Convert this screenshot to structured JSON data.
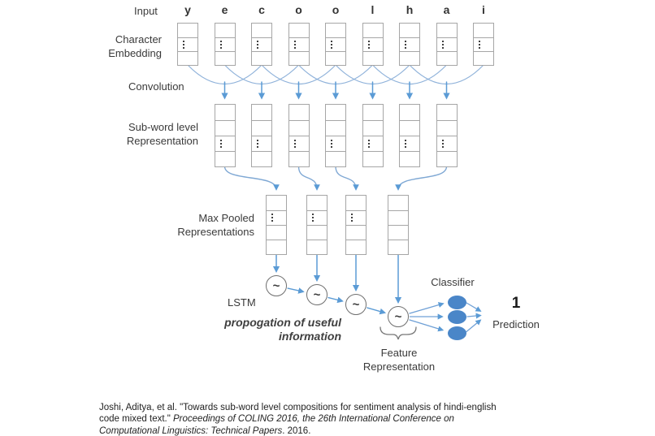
{
  "page": {
    "background": "#ffffff"
  },
  "colors": {
    "arrow_blue": "#5b9bd5",
    "arc_blue": "#8fb2da",
    "curve_blue": "#7fa8d4",
    "fan_blue": "#6fa0d6",
    "node_fill": "#4a86c8",
    "box_border": "#a6a6a6",
    "brace_gray": "#777777",
    "text_dark": "#3a3a3a"
  },
  "diagram": {
    "labels": {
      "input": "Input",
      "character_embedding_line1": "Character",
      "character_embedding_line2": "Embedding",
      "convolution": "Convolution",
      "subword_line1": "Sub-word level",
      "subword_line2": "Representation",
      "maxpool_line1": "Max Pooled",
      "maxpool_line2": "Representations",
      "lstm": "LSTM",
      "propagation_line1": "propogation of useful",
      "propagation_line2": "information",
      "classifier": "Classifier",
      "feature_line1": "Feature",
      "feature_line2": "Representation",
      "prediction_value": "1",
      "prediction": "Prediction"
    },
    "input_chars": [
      "y",
      "e",
      "c",
      "o",
      "o",
      "l",
      "h",
      "a",
      "i"
    ],
    "lstm_node_symbol": "~",
    "structure": {
      "char_columns": 9,
      "char_rows": 3,
      "char_dots_row": 1,
      "subword_columns": 7,
      "subword_rows": 4,
      "subword_dots_row": 2,
      "maxpool_columns": 4,
      "maxpool_rows": 4,
      "maxpool_dots_row": 1,
      "maxpool_dots_columns": [
        0,
        1,
        2
      ],
      "subword_to_maxpool": [
        [
          0,
          0
        ],
        [
          2,
          1
        ],
        [
          3,
          2
        ],
        [
          6,
          3
        ]
      ],
      "lstm_nodes": 4,
      "classifier_nodes": 3
    }
  },
  "citation": {
    "lines": [
      {
        "segments": [
          {
            "text": "Joshi, Aditya, et al. \"Towards sub-word level compositions for sentiment analysis of hindi-english",
            "italic": false
          }
        ]
      },
      {
        "segments": [
          {
            "text": "code mixed text.\" ",
            "italic": false
          },
          {
            "text": "Proceedings of COLING 2016, the 26th International Conference on",
            "italic": true
          }
        ]
      },
      {
        "segments": [
          {
            "text": "Computational Linguistics: Technical Papers",
            "italic": true
          },
          {
            "text": ". 2016.",
            "italic": false
          }
        ]
      }
    ]
  }
}
